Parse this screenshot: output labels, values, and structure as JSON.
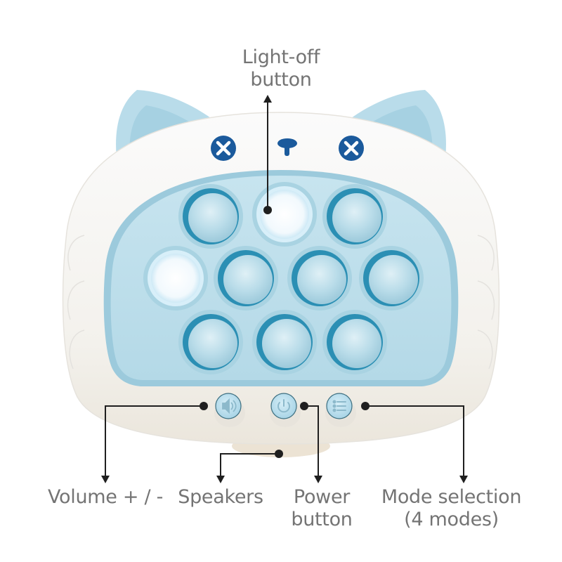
{
  "product": {
    "name": "Cat-shaped quick push pop-it game console",
    "body_color": "#f4f2ee",
    "accent_color": "#b8dcea",
    "ring_color": "#2b8fb4",
    "eye_color": "#1a5a9e"
  },
  "callouts": {
    "light_off": {
      "line1": "Light-off",
      "line2": "button"
    },
    "volume": {
      "line1": "Volume + / -"
    },
    "speakers": {
      "line1": "Speakers"
    },
    "power": {
      "line1": "Power",
      "line2": "button"
    },
    "mode": {
      "line1": "Mode selection",
      "line2": "(4 modes)"
    }
  },
  "face": {
    "left_eye_icon": "x-circle-icon",
    "nose_icon": "nose-icon",
    "right_eye_icon": "x-circle-icon"
  },
  "pop_buttons": {
    "rows": [
      [
        {
          "lit": false
        },
        {
          "lit": true
        },
        {
          "lit": false
        }
      ],
      [
        {
          "lit": true
        },
        {
          "lit": false
        },
        {
          "lit": false
        },
        {
          "lit": false
        }
      ],
      [
        {
          "lit": false
        },
        {
          "lit": false
        },
        {
          "lit": false
        }
      ]
    ],
    "total": 10
  },
  "control_buttons": [
    {
      "name": "volume",
      "icon": "speaker-icon"
    },
    {
      "name": "power",
      "icon": "power-icon"
    },
    {
      "name": "mode",
      "icon": "list-icon"
    }
  ]
}
